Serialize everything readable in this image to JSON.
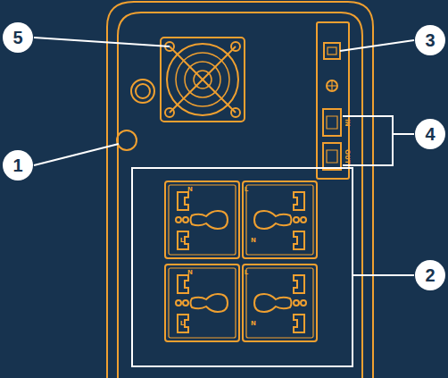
{
  "diagram": {
    "nodes": [
      {
        "text": [
          "5"
        ]
      },
      {
        "text": [
          "3"
        ]
      },
      {
        "text": [
          "4"
        ]
      },
      {
        "text": [
          "1"
        ]
      },
      {
        "text": [
          "2"
        ]
      }
    ],
    "labels": [
      "N",
      "L",
      "L",
      "N",
      "N",
      "L",
      "L",
      "N",
      "IN",
      "OUT"
    ]
  }
}
